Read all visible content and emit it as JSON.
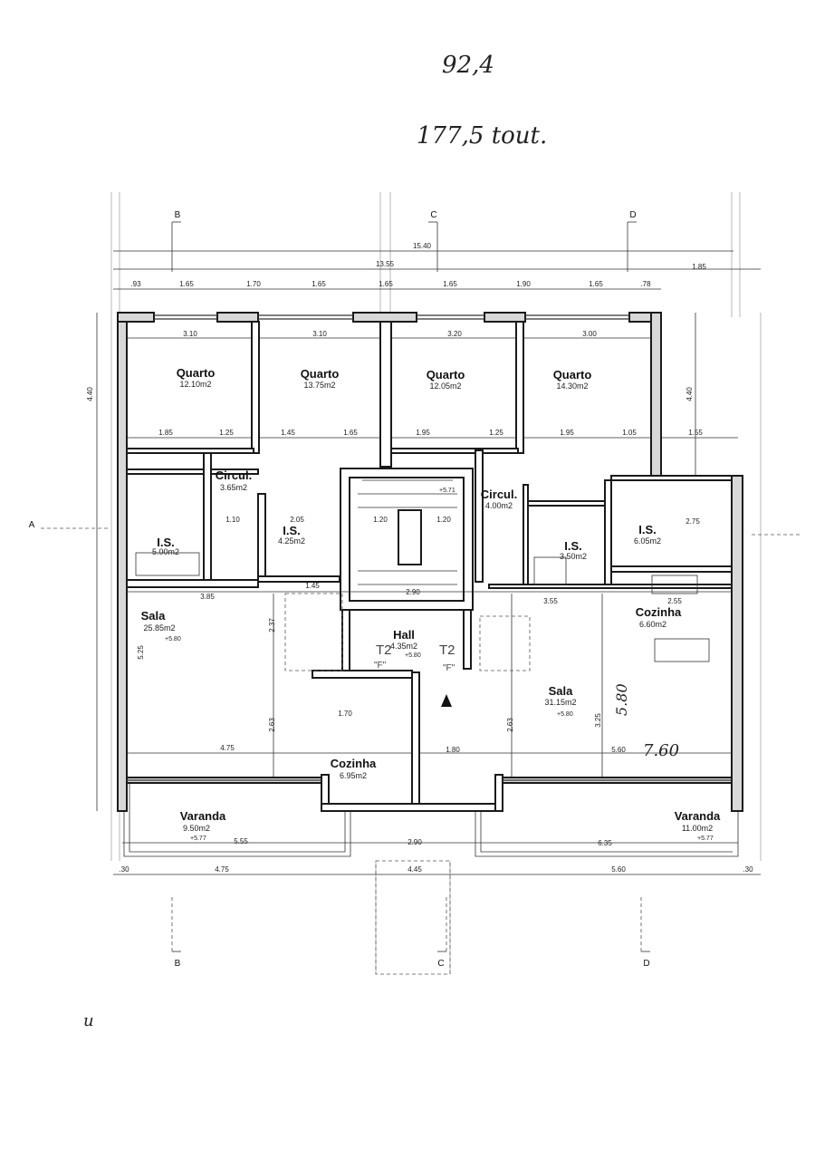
{
  "handwritten": {
    "area_note": "92,4",
    "total_note": "177,5 tout.",
    "margin_mark": "u",
    "sala_width_note": "7.60",
    "sala_depth_note": "5.80"
  },
  "section_markers": {
    "b": "B",
    "c": "C",
    "d": "D",
    "a": "A"
  },
  "dimensions": {
    "top_total": "15.40",
    "top_second": "13.55",
    "top_right": "1.85",
    "top_row": [
      ".93",
      "1.65",
      "1.70",
      "1.65",
      "1.65",
      "1.65",
      "1.90",
      "1.65",
      ".78"
    ],
    "bottom_row": [
      ".30",
      "4.75",
      "4.45",
      "5.60",
      ".30"
    ],
    "left_heights": [
      "4.40",
      "5.25"
    ],
    "right_height": "4.40",
    "room_widths_top": [
      "3.10",
      "3.10",
      "3.20",
      "3.00"
    ],
    "room_sub": [
      "1.85",
      "1.25",
      "1.45",
      "1.65",
      "1.95",
      "1.25",
      "1.95",
      "1.05",
      "1.55"
    ],
    "misc": [
      "3.85",
      "1.45",
      "2.90",
      "3.55",
      "2.55",
      "4.75",
      "1.70",
      "1.80",
      "5.60",
      "5.55",
      "2.90",
      "6.35",
      "2.05",
      "1.10",
      "1.20",
      "1.20",
      "2.75",
      "2.63",
      "2.63",
      "3.25",
      "2.37"
    ]
  },
  "rooms": [
    {
      "name": "Quarto",
      "area": "12.10m2"
    },
    {
      "name": "Quarto",
      "area": "13.75m2"
    },
    {
      "name": "Quarto",
      "area": "12.05m2"
    },
    {
      "name": "Quarto",
      "area": "14.30m2"
    },
    {
      "name": "Circul.",
      "area": "3.65m2"
    },
    {
      "name": "I.S.",
      "area": "5.00m2"
    },
    {
      "name": "I.S.",
      "area": "4.25m2"
    },
    {
      "name": "Circul.",
      "area": "4.00m2"
    },
    {
      "name": "I.S.",
      "area": "3.50m2"
    },
    {
      "name": "I.S.",
      "area": "6.05m2"
    },
    {
      "name": "Sala",
      "area": "25.85m2",
      "level": "+5.80"
    },
    {
      "name": "Hall",
      "area": "4.35m2",
      "level": "+5.80"
    },
    {
      "name": "Cozinha",
      "area": "6.60m2"
    },
    {
      "name": "Sala",
      "area": "31.15m2",
      "level": "+5.80"
    },
    {
      "name": "Cozinha",
      "area": "6.95m2"
    },
    {
      "name": "Varanda",
      "area": "9.50m2",
      "level": "+5.77"
    },
    {
      "name": "Varanda",
      "area": "11.00m2",
      "level": "+5.77"
    }
  ],
  "unit_tags": [
    {
      "type": "T2",
      "letter": "\"F\""
    },
    {
      "type": "T2",
      "letter": "\"F\""
    }
  ],
  "stair_level": "+5.71"
}
